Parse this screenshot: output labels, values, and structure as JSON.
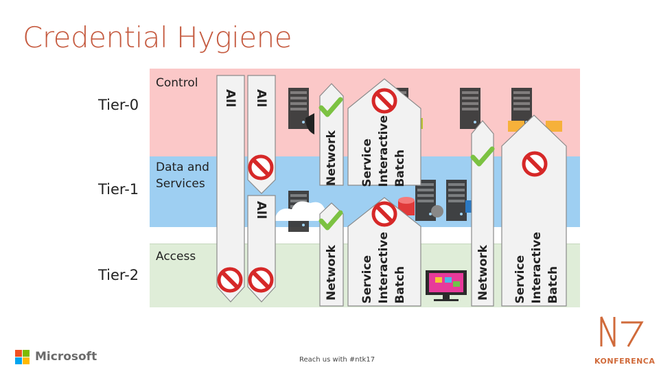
{
  "title": "Credential Hygiene",
  "tiers": [
    {
      "label": "Tier-0",
      "zone": "Control",
      "color": "#fbc8c8"
    },
    {
      "label": "Tier-1",
      "zone": "Data and Services",
      "color": "#9ecff2"
    },
    {
      "label": "Tier-2",
      "zone": "Access",
      "color": "#dfedd8"
    }
  ],
  "columns": {
    "all1": "All",
    "all2": "All",
    "all3": "All",
    "network1": "Network",
    "service1": [
      "Service",
      "Interactive",
      "Batch"
    ],
    "network2": "Network",
    "service2": [
      "Service",
      "Interactive",
      "Batch"
    ],
    "network3": "Network",
    "service3": [
      "Service",
      "Interactive",
      "Batch"
    ]
  },
  "footer": "Reach us with #ntk17",
  "brand": {
    "microsoft": "Microsoft",
    "konferenca": "KONFERENCA"
  },
  "colors": {
    "title": "#c55a3f",
    "block": "#d62828",
    "check": "#7cc242",
    "accent": "#d06a3a"
  }
}
